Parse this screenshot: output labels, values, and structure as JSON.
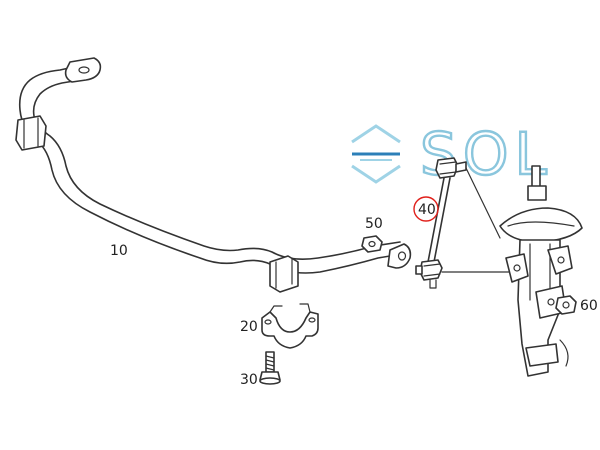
{
  "watermark": {
    "text": "SOL",
    "logo_color": "#8ac6dd",
    "accent_color": "#2c7fb8",
    "icon": "sol-logo-icon"
  },
  "callouts": {
    "sway_bar": "10",
    "bracket": "20",
    "bolt": "30",
    "link": "40",
    "nut": "50",
    "strut_nut": "60"
  },
  "highlight_color": "#e0201b"
}
